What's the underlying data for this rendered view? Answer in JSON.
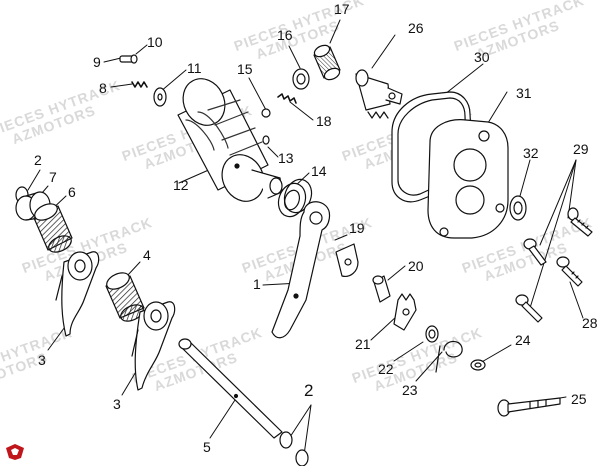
{
  "watermark": {
    "line1": "PIECES HYTRACK",
    "line2": "AZMOTORS"
  },
  "part_numbers": [
    "1",
    "2",
    "3",
    "3",
    "4",
    "5",
    "6",
    "7",
    "8",
    "9",
    "10",
    "11",
    "12",
    "13",
    "14",
    "15",
    "16",
    "17",
    "18",
    "19",
    "20",
    "21",
    "22",
    "23",
    "24",
    "25",
    "26",
    "28",
    "29",
    "30",
    "31",
    "32",
    "2"
  ],
  "colors": {
    "ink": "#111111",
    "watermark": "#d9d9d9",
    "logo": "#c0151b"
  },
  "logo": {
    "icon": "brand-emblem-icon"
  }
}
